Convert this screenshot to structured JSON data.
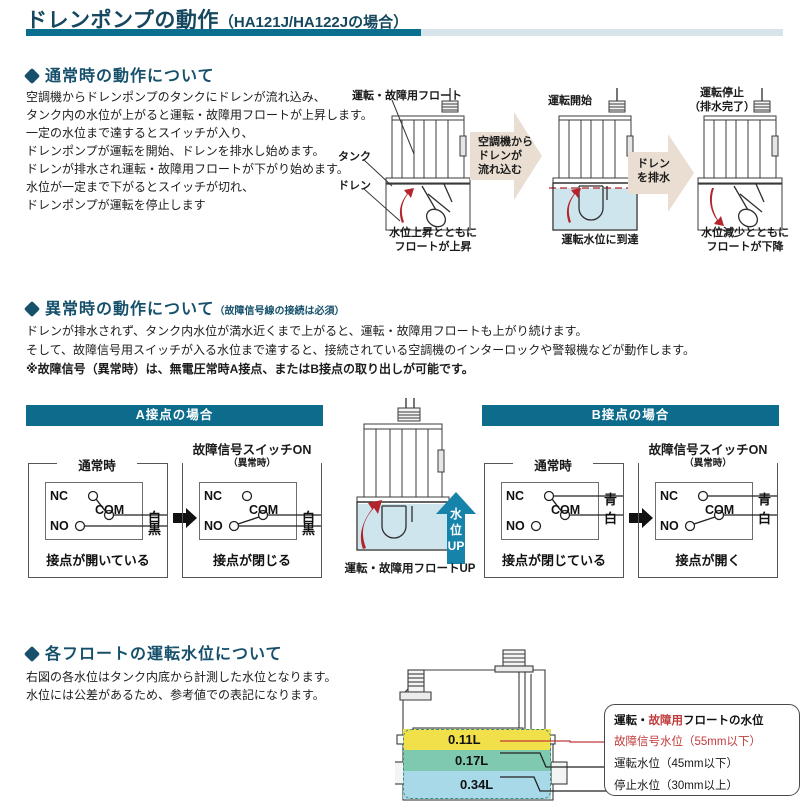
{
  "header": {
    "title_main": "ドレンポンプの動作",
    "title_sub": "（HA121J/HA122Jの場合）",
    "rule_color_dark": "#0a6f8e",
    "rule_color_light": "#d7e4ea"
  },
  "section1": {
    "heading": "通常時の動作について",
    "lines": [
      "空調機からドレンポンプのタンクにドレンが流れ込み、",
      "タンク内の水位が上がると運転・故障用フロートが上昇します。",
      "一定の水位まで達するとスイッチが入り、",
      "ドレンポンプが運転を開始、ドレンを排水し始めます。",
      "ドレンが排水され運転・故障用フロートが下がり始めます。",
      "水位が一定まで下がるとスイッチが切れ、",
      "ドレンポンプが運転を停止します"
    ],
    "diagram": {
      "label_float": "運転・故障用フロート",
      "label_tank": "タンク",
      "label_drain": "ドレン",
      "step1_caption": [
        "水位上昇とともに",
        "フロートが上昇"
      ],
      "arrow1_text": [
        "空調機から",
        "ドレンが",
        "流れ込む"
      ],
      "step2_title": "運転開始",
      "step2_caption": [
        "運転水位に到達"
      ],
      "arrow2_text": [
        "ドレン",
        "を排水"
      ],
      "step3_title": [
        "運転停止",
        "（排水完了）"
      ],
      "step3_caption": [
        "水位減少とともに",
        "フロートが下降"
      ]
    }
  },
  "section2": {
    "heading": "異常時の動作について",
    "heading_note": "（故障信号線の接続は必須）",
    "lines": [
      "ドレンが排水されず、タンク内水位が満水近くまで上がると、運転・故障用フロートも上がり続けます。",
      "そして、故障信号用スイッチが入る水位まで達すると、接続されている空調機のインターロックや警報機などが動作します。",
      "※故障信号（異常時）は、無電圧常時A接点、またはB接点の取り出しが可能です。"
    ],
    "panel_a": {
      "bar_title": "A接点の場合",
      "normal": {
        "title": "通常時",
        "terminals": {
          "nc": "NC",
          "com": "COM",
          "no": "NO"
        },
        "wires": {
          "top": "白",
          "bottom": "黒"
        },
        "footer": "接点が開いている"
      },
      "fault": {
        "title": "故障信号スイッチON",
        "title_sub": "（異常時）",
        "terminals": {
          "nc": "NC",
          "com": "COM",
          "no": "NO"
        },
        "wires": {
          "top": "白",
          "bottom": "黒"
        },
        "footer": "接点が閉じる"
      }
    },
    "panel_b": {
      "bar_title": "B接点の場合",
      "normal": {
        "title": "通常時",
        "terminals": {
          "nc": "NC",
          "com": "COM",
          "no": "NO"
        },
        "wires": {
          "top": "青",
          "bottom": "白"
        },
        "footer": "接点が閉じている"
      },
      "fault": {
        "title": "故障信号スイッチON",
        "title_sub": "（異常時）",
        "terminals": {
          "nc": "NC",
          "com": "COM",
          "no": "NO"
        },
        "wires": {
          "top": "青",
          "bottom": "白"
        },
        "footer": "接点が開く"
      }
    },
    "center_figure": {
      "badge": [
        "水",
        "位",
        "UP"
      ],
      "caption": "運転・故障用フロートUP"
    }
  },
  "section3": {
    "heading": "各フロートの運転水位について",
    "lines": [
      "右図の各水位はタンク内底から計測した水位となります。",
      "水位には公差があるため、参考値での表記になります。"
    ],
    "levels": [
      {
        "volume": "0.11L",
        "color": "#f2e04a"
      },
      {
        "volume": "0.17L",
        "color": "#7fc9b0"
      },
      {
        "volume": "0.34L",
        "color": "#a8d9e8"
      }
    ],
    "callout": {
      "title_a": "運転・",
      "title_b": "故障用",
      "title_c": "フロートの水位",
      "rows": [
        {
          "text": "故障信号水位（55mm以下）",
          "color": "#c23b3b"
        },
        {
          "text": "運転水位（45mm以下）",
          "color": "#1a1a1a"
        },
        {
          "text": "停止水位（30mm以上）",
          "color": "#1a1a1a"
        }
      ]
    }
  },
  "colors": {
    "brand_dark": "#16506b",
    "panel_bar": "#0d6c8c",
    "flow_arrow": "#e9ded1",
    "water": "#cfe5ee",
    "float_red": "#b4242c",
    "badge_blue": "#1683ab"
  }
}
